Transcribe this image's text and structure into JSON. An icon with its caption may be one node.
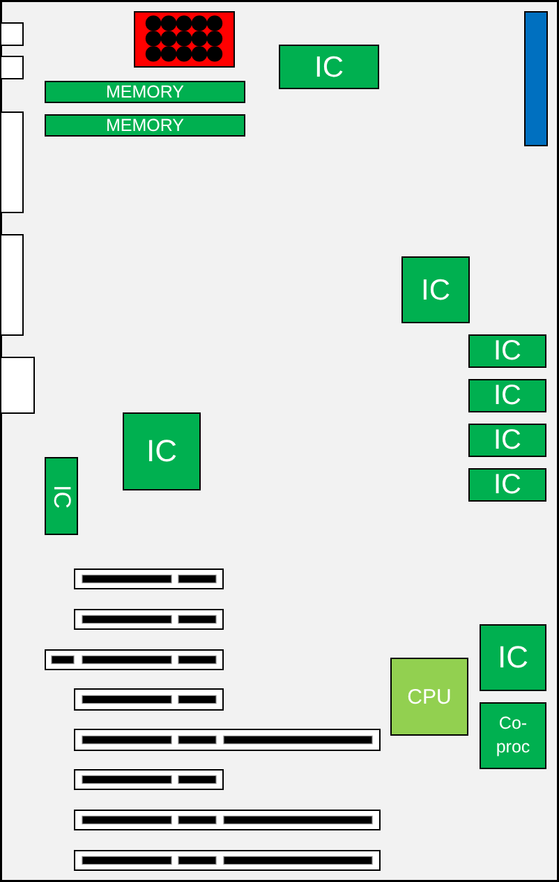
{
  "diagram": {
    "nodes": [
      {
        "text": [],
        "shape": "bar"
      },
      {
        "text": [],
        "shape": "box"
      },
      {
        "text": [
          "IC"
        ]
      },
      {
        "text": [],
        "shape": "box"
      },
      {
        "text": [
          "MEMORY"
        ]
      },
      {
        "text": [],
        "shape": "box"
      },
      {
        "text": [
          "MEMORY"
        ]
      },
      {
        "text": [],
        "shape": "box"
      },
      {
        "text": [
          "IC"
        ]
      },
      {
        "text": [
          "IC"
        ]
      },
      {
        "text": [],
        "shape": "box"
      },
      {
        "text": [
          "IC"
        ]
      },
      {
        "text": [
          "IC"
        ]
      },
      {
        "text": [
          "IC"
        ]
      },
      {
        "text": [
          "IC"
        ]
      },
      {
        "text": [
          "IC"
        ]
      },
      {
        "text": [
          "IC"
        ]
      },
      {
        "text": [
          "CPU"
        ]
      },
      {
        "text": [
          "Co-proc"
        ]
      }
    ]
  }
}
